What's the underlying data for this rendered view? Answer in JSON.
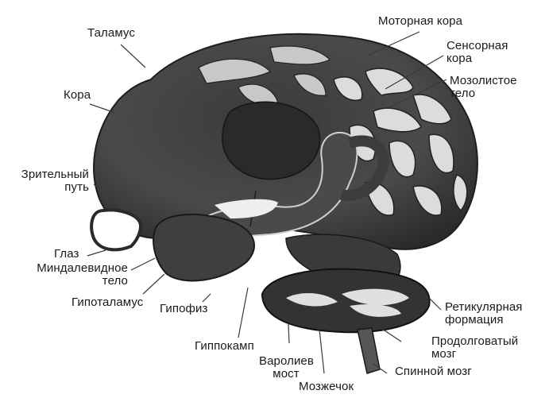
{
  "diagram": {
    "type": "anatomical-illustration",
    "subject": "brain-lateral-view",
    "style": "grayscale",
    "colors": {
      "dark": "#2f2f2f",
      "mid": "#555555",
      "light": "#d9d9d9",
      "bg": "#ffffff",
      "leader": "#3a3a3a"
    },
    "labels": {
      "thalamus": "Таламус",
      "cortex": "Кора",
      "optic_tract_1": "Зрительный",
      "optic_tract_2": "путь",
      "eye": "Глаз",
      "amygdala_1": "Миндалевидное",
      "amygdala_2": "тело",
      "hypothalamus": "Гипоталамус",
      "pituitary": "Гипофиз",
      "hippocampus": "Гиппокамп",
      "pons_1": "Варолиев",
      "pons_2": "мост",
      "cerebellum": "Мозжечок",
      "spinal_cord": "Спинной мозг",
      "medulla_1": "Продолговатый",
      "medulla_2": "мозг",
      "reticular_1": "Ретикулярная",
      "reticular_2": "формация",
      "corpus_callosum_1": "Мозолистое",
      "corpus_callosum_2": "тело",
      "sensory_cortex_1": "Сенсорная",
      "sensory_cortex_2": "кора",
      "motor_cortex": "Моторная кора"
    }
  }
}
